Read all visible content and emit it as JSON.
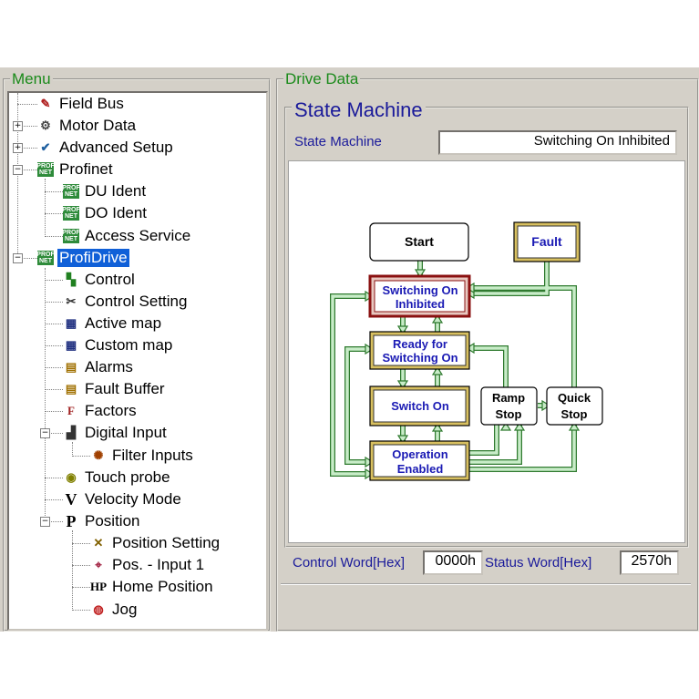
{
  "menu": {
    "title": "Menu",
    "items": [
      {
        "label": "Field Bus",
        "icon": "field-bus-icon"
      },
      {
        "label": "Motor Data",
        "icon": "motor-icon"
      },
      {
        "label": "Advanced Setup",
        "icon": "advanced-setup-icon"
      },
      {
        "label": "Profinet",
        "icon": "profinet-icon"
      },
      {
        "label": "DU Ident",
        "icon": "profinet-icon"
      },
      {
        "label": "DO Ident",
        "icon": "profinet-icon"
      },
      {
        "label": "Access Service",
        "icon": "profinet-icon"
      },
      {
        "label": "ProfiDrive",
        "icon": "profinet-icon"
      },
      {
        "label": "Control",
        "icon": "control-icon"
      },
      {
        "label": "Control Setting",
        "icon": "tools-icon"
      },
      {
        "label": "Active map",
        "icon": "table-icon"
      },
      {
        "label": "Custom map",
        "icon": "table-icon"
      },
      {
        "label": "Alarms",
        "icon": "alarm-icon"
      },
      {
        "label": "Fault Buffer",
        "icon": "alarm-icon"
      },
      {
        "label": "Factors",
        "icon": "factors-icon"
      },
      {
        "label": "Digital Input",
        "icon": "digital-input-icon"
      },
      {
        "label": "Filter Inputs",
        "icon": "filter-icon"
      },
      {
        "label": "Touch probe",
        "icon": "touch-probe-icon"
      },
      {
        "label": "Velocity Mode",
        "icon": "velocity-icon"
      },
      {
        "label": "Position",
        "icon": "position-icon"
      },
      {
        "label": "Position Setting",
        "icon": "position-setting-icon"
      },
      {
        "label": "Pos. - Input 1",
        "icon": "pos-input-icon"
      },
      {
        "label": "Home Position",
        "icon": "home-position-icon"
      },
      {
        "label": "Jog",
        "icon": "jog-icon"
      }
    ],
    "icon_glyphs": {
      "pn": "PROF NET",
      "V": "V",
      "P": "P",
      "F": "F",
      "HP": "HP"
    }
  },
  "drive_data": {
    "title": "Drive Data",
    "state_machine": {
      "title": "State Machine",
      "label": "State Machine",
      "value": "Switching On Inhibited"
    },
    "diagram": {
      "start": "Start",
      "fault": "Fault",
      "switching_on_inhibited": [
        "Switching On",
        "Inhibited"
      ],
      "ready_for_switching_on": [
        "Ready for",
        "Switching On"
      ],
      "switch_on": "Switch On",
      "operation_enabled": [
        "Operation",
        "Enabled"
      ],
      "ramp_stop": [
        "Ramp",
        "Stop"
      ],
      "quick_stop": [
        "Quick",
        "Stop"
      ]
    },
    "control_word": {
      "label": "Control Word[Hex]",
      "value": "0000h"
    },
    "status_word": {
      "label": "Status Word[Hex]",
      "value": "2570h"
    }
  },
  "colors": {
    "title_green": "#1a8a1a",
    "label_blue": "#1a1a9a",
    "state_text": "#1a1ab4",
    "selected": "#1060d8",
    "arrow_fill": "#c8ecc8",
    "arrow_stroke": "#2f7a2f"
  }
}
